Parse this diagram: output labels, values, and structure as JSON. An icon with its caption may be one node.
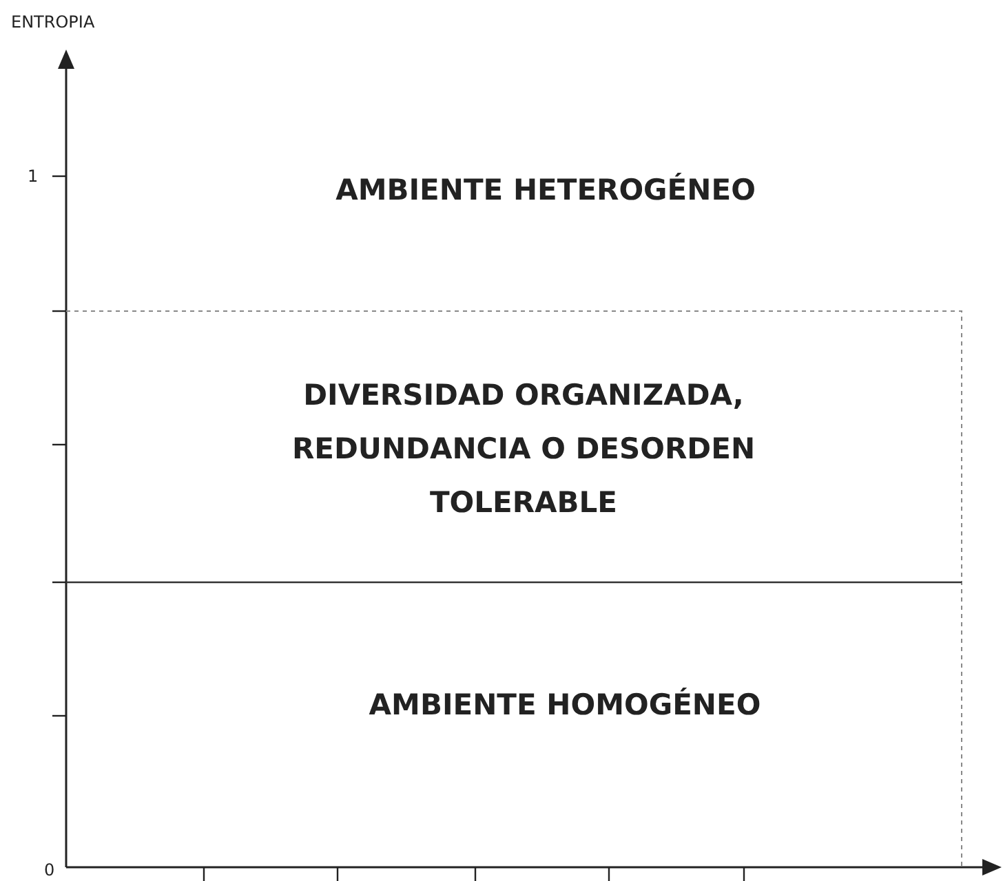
{
  "diagram": {
    "labels": [
      "ENTROPIA",
      "1",
      "AMBIENTE HETEROGÉNEO",
      "DIVERSIDAD ORGANIZADA, REDUNDANCIA O DESORDEN TOLERABLE",
      "AMBIENTE HOMOGÉNEO",
      "0"
    ]
  }
}
